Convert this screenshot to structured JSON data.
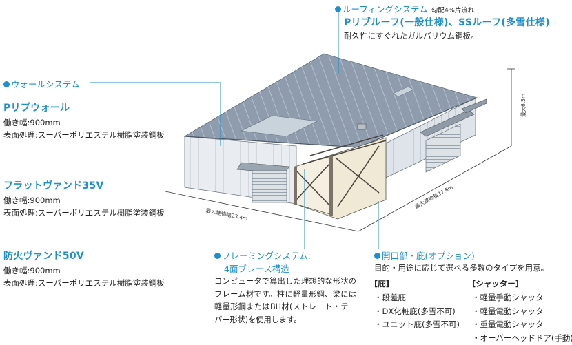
{
  "roof": {
    "title": "ルーフィングシステム",
    "note": "勾配4%片流れ",
    "product": "Pリブルーフ(一般仕様)、SSルーフ(多雪仕様)",
    "desc": "耐久性にすぐれたガルバリウム鋼板。"
  },
  "wall": {
    "title": "ウォールシステム",
    "products": [
      {
        "name": "Pリブウォール",
        "width": "働き幅:900mm",
        "finish": "表面処理:スーパーポリエステル樹脂塗装鋼板"
      },
      {
        "name": "フラットヴァンド35V",
        "width": "働き幅:900mm",
        "finish": "表面処理:スーパーポリエステル樹脂塗装鋼板"
      },
      {
        "name": "防火ヴァンド50V",
        "width": "働き幅:900mm",
        "finish": "表面処理:スーパーポリエステル樹脂塗装鋼板"
      }
    ]
  },
  "framing": {
    "title": "フレーミングシステム:",
    "subtitle": "4面ブレース構造",
    "desc": "コンピュータで算出した理想的な形状のフレーム材です。柱に軽量形鋼、梁には軽量形鋼またはBH材(ストレート・テーパー形状)を使用します。"
  },
  "opening": {
    "title": "開口部・庇(オプション)",
    "desc": "目的・用途に応じて選べる多数のタイプを用意。",
    "eaves_header": "[庇]",
    "eaves": [
      "・段差庇",
      "・DX化粧庇(多雪不可)",
      "・ユニット庇(多雪不可)"
    ],
    "shutter_header": "[シャッター]",
    "shutters": [
      "・軽量手動シャッター",
      "・軽量電動シャッター",
      "・重量電動シャッター",
      "・オーバーヘッドドア(手動)"
    ]
  },
  "dimensions": {
    "width": "最大建物幅23.4m",
    "depth": "最大建物長37.8m",
    "height": "最大6.5m"
  },
  "colors": {
    "accent": "#1c8fd0",
    "roof": "#8d9bab",
    "wall": "#e7ebef",
    "frame": "#efe9d6"
  }
}
